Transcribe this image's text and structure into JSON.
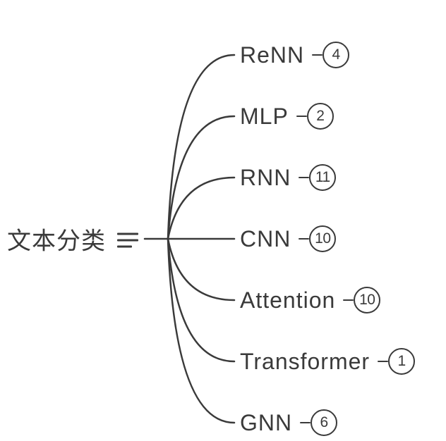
{
  "diagram": {
    "type": "mindmap",
    "root": {
      "label": "文本分类",
      "icon": "notes-icon"
    },
    "branches": [
      {
        "label": "ReNN",
        "count": "4"
      },
      {
        "label": "MLP",
        "count": "2"
      },
      {
        "label": "RNN",
        "count": "11"
      },
      {
        "label": "CNN",
        "count": "10"
      },
      {
        "label": "Attention",
        "count": "10"
      },
      {
        "label": "Transformer",
        "count": "1"
      },
      {
        "label": "GNN",
        "count": "6"
      }
    ],
    "colors": {
      "stroke": "#3a3a3a",
      "text": "#3a3a3a",
      "background": "#ffffff"
    }
  }
}
